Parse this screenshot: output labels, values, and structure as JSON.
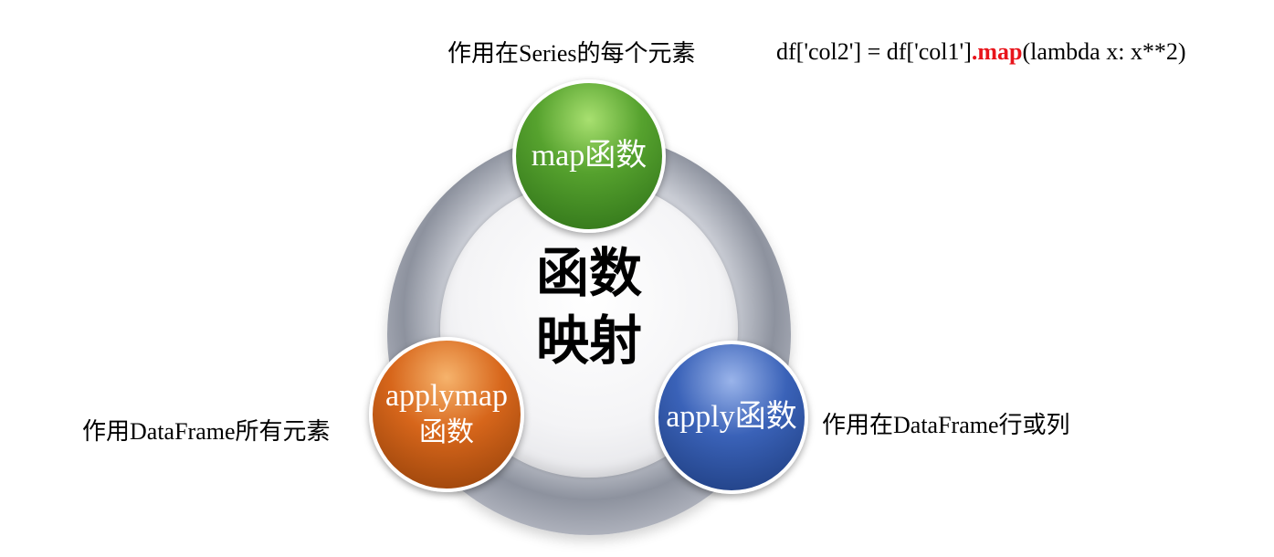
{
  "center": {
    "line1": "函数",
    "line2": "映射"
  },
  "nodes": {
    "map": {
      "label": "map函数",
      "color": "#3f8a22",
      "description": "作用在Series的每个元素"
    },
    "apply": {
      "label": "apply函数",
      "color": "#2f55a8",
      "description": "作用在DataFrame行或列"
    },
    "applymap": {
      "label_line1": "applymap",
      "label_line2": "函数",
      "color": "#c85f16",
      "description": "作用DataFrame所有元素"
    }
  },
  "code": {
    "prefix": "df['col2'] = df['col1']",
    "keyword": ".map",
    "suffix": "(lambda x: x**2)",
    "keyword_color": "#e8141b"
  }
}
